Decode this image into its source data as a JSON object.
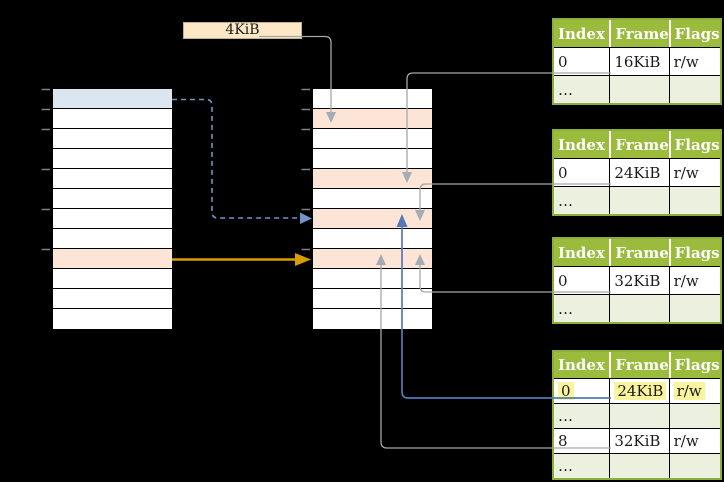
{
  "colors": {
    "background": "#000000",
    "row_white": "#ffffff",
    "row_blue": "#dce6f1",
    "row_orange": "#fce4d6",
    "label_bg": "#fce8c6",
    "label_border": "#c2b28c",
    "table_header_bg": "#9bbb3c",
    "table_border": "#8caf3c",
    "table_dots_bg": "#ebf1de",
    "header_text": "#ffffff",
    "cell_text": "#1a1a1a",
    "highlight_yellow": "#fbf49f",
    "gray_line": "#a6a6a6",
    "gray_arrow": "#a3abb5",
    "blue_dashed": "#7394cb",
    "blue_solid": "#5578b8",
    "gold_arrow": "#d89e00",
    "tick_gray": "#7f7f7f"
  },
  "size_label": {
    "text": "4KiB"
  },
  "memory_columns": {
    "left": {
      "rows": [
        "blue",
        "white",
        "white",
        "white",
        "white",
        "white",
        "white",
        "white",
        "orange",
        "white",
        "white",
        "white"
      ]
    },
    "middle": {
      "rows": [
        "white",
        "orange",
        "white",
        "white",
        "orange",
        "white",
        "orange",
        "white",
        "orange",
        "white",
        "white",
        "white"
      ]
    }
  },
  "page_tables": [
    {
      "headers": [
        "Index",
        "Frame",
        "Flags"
      ],
      "rows": [
        {
          "cells": [
            "0",
            "16KiB",
            "r/w"
          ]
        },
        {
          "cells": [
            "…",
            "",
            ""
          ],
          "dots": true
        }
      ]
    },
    {
      "headers": [
        "Index",
        "Frame",
        "Flags"
      ],
      "rows": [
        {
          "cells": [
            "0",
            "24KiB",
            "r/w"
          ]
        },
        {
          "cells": [
            "…",
            "",
            ""
          ],
          "dots": true
        }
      ]
    },
    {
      "headers": [
        "Index",
        "Frame",
        "Flags"
      ],
      "rows": [
        {
          "cells": [
            "0",
            "32KiB",
            "r/w"
          ]
        },
        {
          "cells": [
            "…",
            "",
            ""
          ],
          "dots": true
        }
      ]
    },
    {
      "headers": [
        "Index",
        "Frame",
        "Flags"
      ],
      "rows": [
        {
          "cells": [
            "0",
            "24KiB",
            "r/w"
          ],
          "highlight": true
        },
        {
          "cells": [
            "…",
            "",
            ""
          ],
          "dots": true
        },
        {
          "cells": [
            "8",
            "32KiB",
            "r/w"
          ]
        },
        {
          "cells": [
            "…",
            "",
            ""
          ],
          "dots": true
        }
      ]
    }
  ]
}
